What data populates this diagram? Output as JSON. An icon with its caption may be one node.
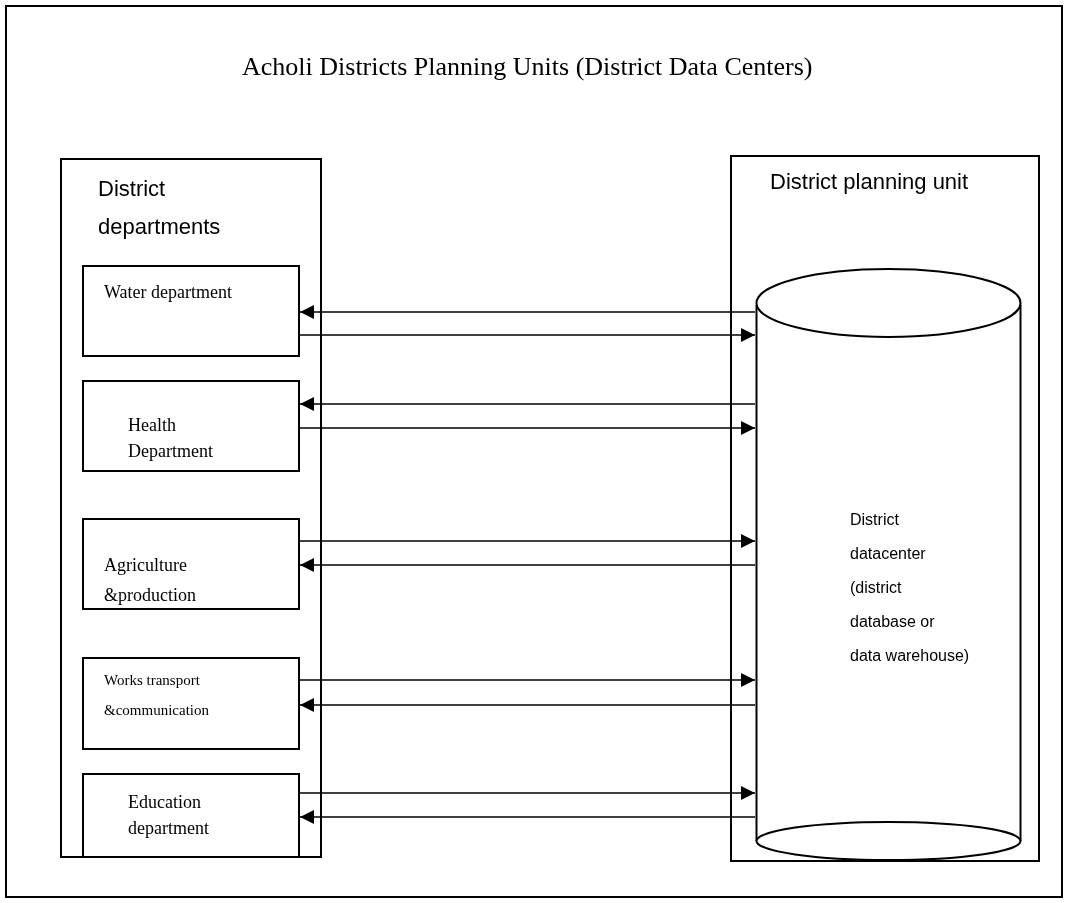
{
  "diagram": {
    "title": "Acholi Districts Planning Units (District Data Centers)",
    "nodes": [
      {
        "text": [
          "District departments"
        ]
      },
      {
        "text": [
          "Water department"
        ],
        "in": 0
      },
      {
        "text": [
          "Health Department"
        ],
        "in": 0
      },
      {
        "text": [
          "Agriculture &production"
        ],
        "in": 0
      },
      {
        "text": [
          "Works transport &communication"
        ],
        "in": 0
      },
      {
        "text": [
          "Education department"
        ],
        "in": 0
      },
      {
        "text": [
          "District planning unit"
        ]
      },
      {
        "text": [
          "District datacenter (district database or data warehouse)"
        ],
        "in": 6
      }
    ],
    "edges": [
      {
        "from": 7,
        "to": 1,
        "arrow": "to"
      },
      {
        "from": 1,
        "to": 7,
        "arrow": "to"
      },
      {
        "from": 7,
        "to": 2,
        "arrow": "to"
      },
      {
        "from": 2,
        "to": 7,
        "arrow": "to"
      },
      {
        "from": 3,
        "to": 7,
        "arrow": "to"
      },
      {
        "from": 7,
        "to": 3,
        "arrow": "to"
      },
      {
        "from": 4,
        "to": 7,
        "arrow": "to"
      },
      {
        "from": 7,
        "to": 4,
        "arrow": "to"
      },
      {
        "from": 5,
        "to": 7,
        "arrow": "to"
      },
      {
        "from": 7,
        "to": 5,
        "arrow": "to"
      }
    ]
  }
}
